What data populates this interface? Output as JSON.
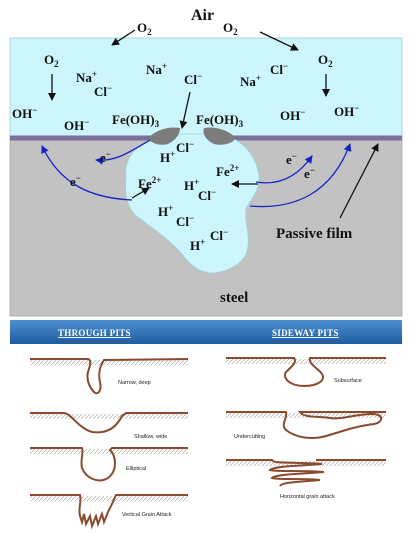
{
  "corrosion": {
    "air": "Air",
    "o2": "O",
    "o2_sub": "2",
    "na_plus": "Na",
    "plus": "+",
    "cl": "Cl",
    "minus": "−",
    "oh": "OH",
    "h": "H",
    "e": "e",
    "fe": "Fe",
    "fe2": "2+",
    "feoh3": "Fe(OH)",
    "feoh3_sub": "3",
    "passive_film": "Passive film",
    "steel": "steel"
  },
  "pits": {
    "through_title": "THROUGH PITS",
    "sideway_title": "SIDEWAY PITS",
    "narrow_deep": "Narrow, deep",
    "shallow_wide": "Shallow, wide",
    "elliptical": "Elliptical",
    "vertical_grain": "Vertical Grain Attack",
    "subsurface": "Subsurface",
    "undercutting": "Undercutting",
    "horizontal_grain": "Horizontal grain attack"
  },
  "colors": {
    "electrolyte": "#ccf6fb",
    "steel": "#c2c2c2",
    "passive_film": "#7b6f9d",
    "arrow_blue": "#1424c8",
    "pit_line": "#8a4a2e",
    "banner": "#2d6fb4"
  }
}
